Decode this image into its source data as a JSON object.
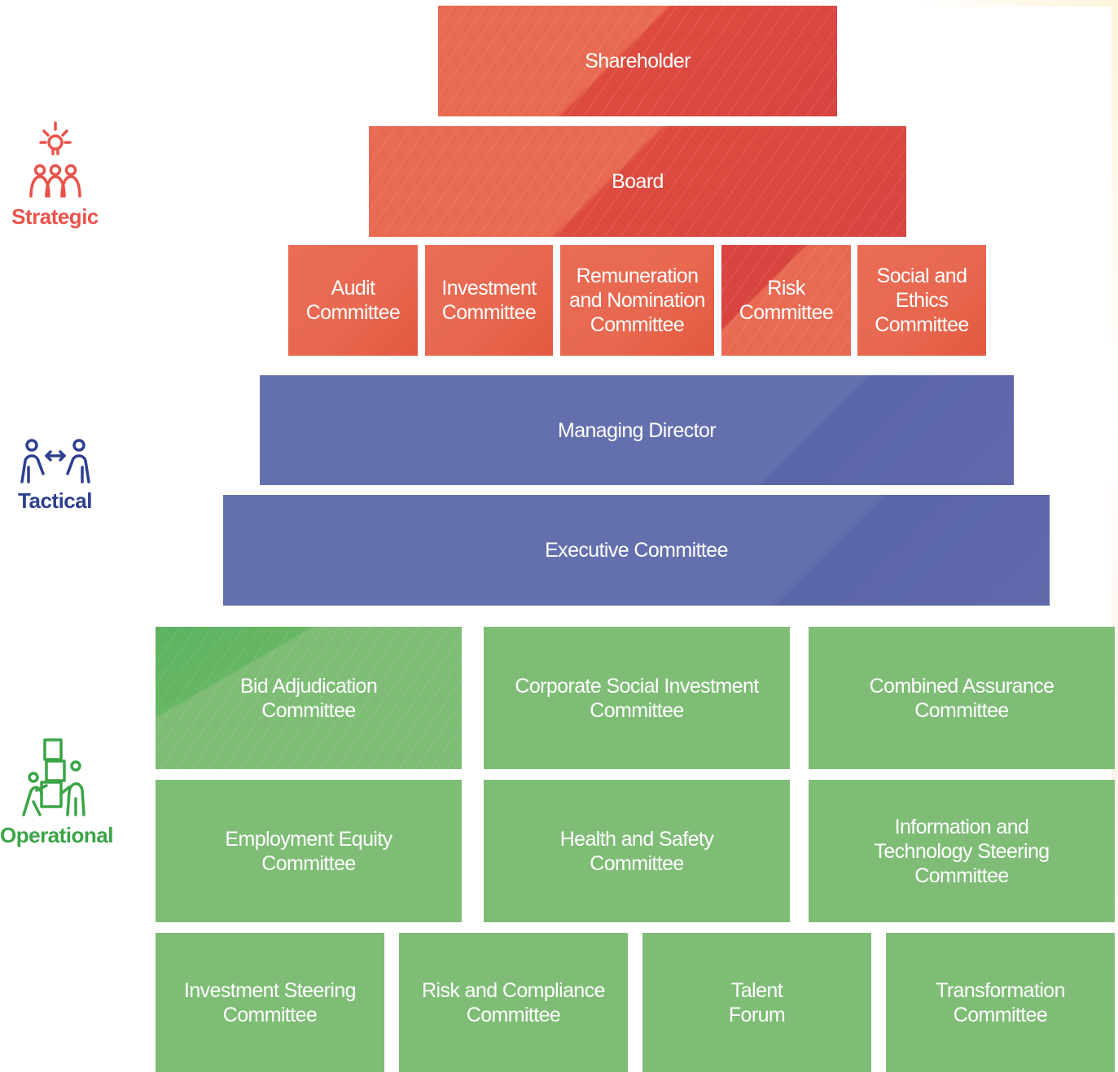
{
  "levels": {
    "strategic": {
      "label": "Strategic",
      "icon": "strategy-team-icon",
      "color": "#e8534b"
    },
    "tactical": {
      "label": "Tactical",
      "icon": "collaboration-icon",
      "color": "#2f3f8f"
    },
    "operational": {
      "label": "Operational",
      "icon": "operations-team-icon",
      "color": "#3ba447"
    }
  },
  "colors": {
    "strategic_box": "#e86a52",
    "tactical_box": "#6470ad",
    "operational_box": "#7fbd77"
  },
  "strategic_boxes": {
    "shareholder": "Shareholder",
    "board": "Board",
    "committees": [
      "Audit\nCommittee",
      "Investment\nCommittee",
      "Remuneration\nand Nomination\nCommittee",
      "Risk\nCommittee",
      "Social and\nEthics\nCommittee"
    ]
  },
  "tactical_boxes": {
    "managing_director": "Managing Director",
    "executive_committee": "Executive Committee"
  },
  "operational_boxes": [
    "Bid Adjudication\nCommittee",
    "Corporate Social Investment\nCommittee",
    "Combined Assurance\nCommittee",
    "Employment Equity\nCommittee",
    "Health and Safety\nCommittee",
    "Information and\nTechnology Steering\nCommittee",
    "Investment Steering\nCommittee",
    "Risk and Compliance\nCommittee",
    "Talent\nForum",
    "Transformation\nCommittee"
  ]
}
